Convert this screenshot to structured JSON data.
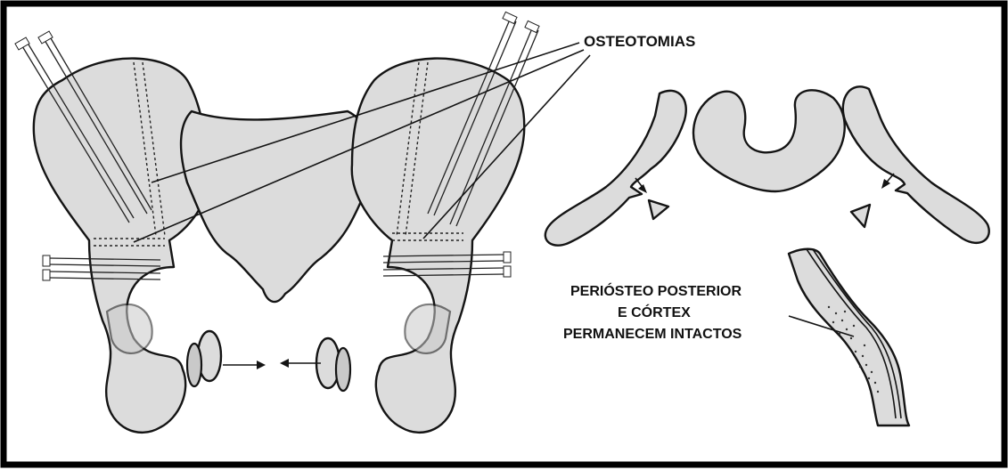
{
  "labels": {
    "osteotomies": "OSTEOTOMIAS",
    "periosteum_line1": "PERIÓSTEO POSTERIOR",
    "periosteum_line2": "E CÓRTEX",
    "periosteum_line3": "PERMANECEM INTACTOS"
  },
  "colors": {
    "frame": "#000000",
    "bone_fill": "#dcdcdc",
    "outline": "#141414",
    "background": "#ffffff"
  }
}
